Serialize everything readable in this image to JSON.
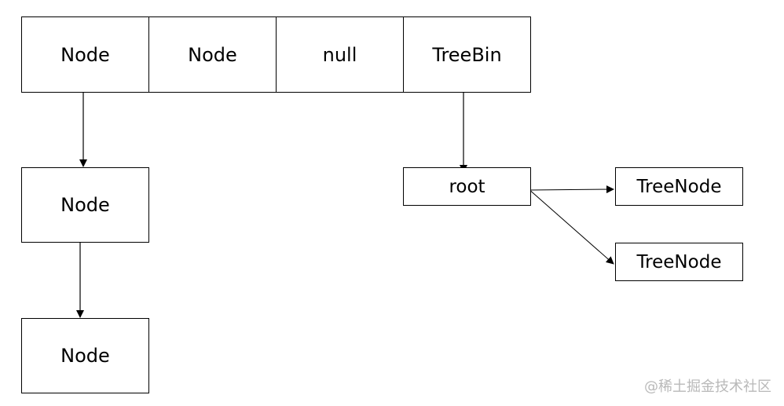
{
  "array": {
    "cells": [
      "Node",
      "Node",
      "null",
      "TreeBin"
    ]
  },
  "list": {
    "nodes": [
      "Node",
      "Node"
    ]
  },
  "treebin": {
    "root": "root",
    "children": [
      "TreeNode",
      "TreeNode"
    ]
  },
  "watermark": "@稀土掘金技术社区",
  "colors": {
    "stroke": "#000000",
    "background": "#ffffff",
    "watermark": "#b9b9b9"
  }
}
